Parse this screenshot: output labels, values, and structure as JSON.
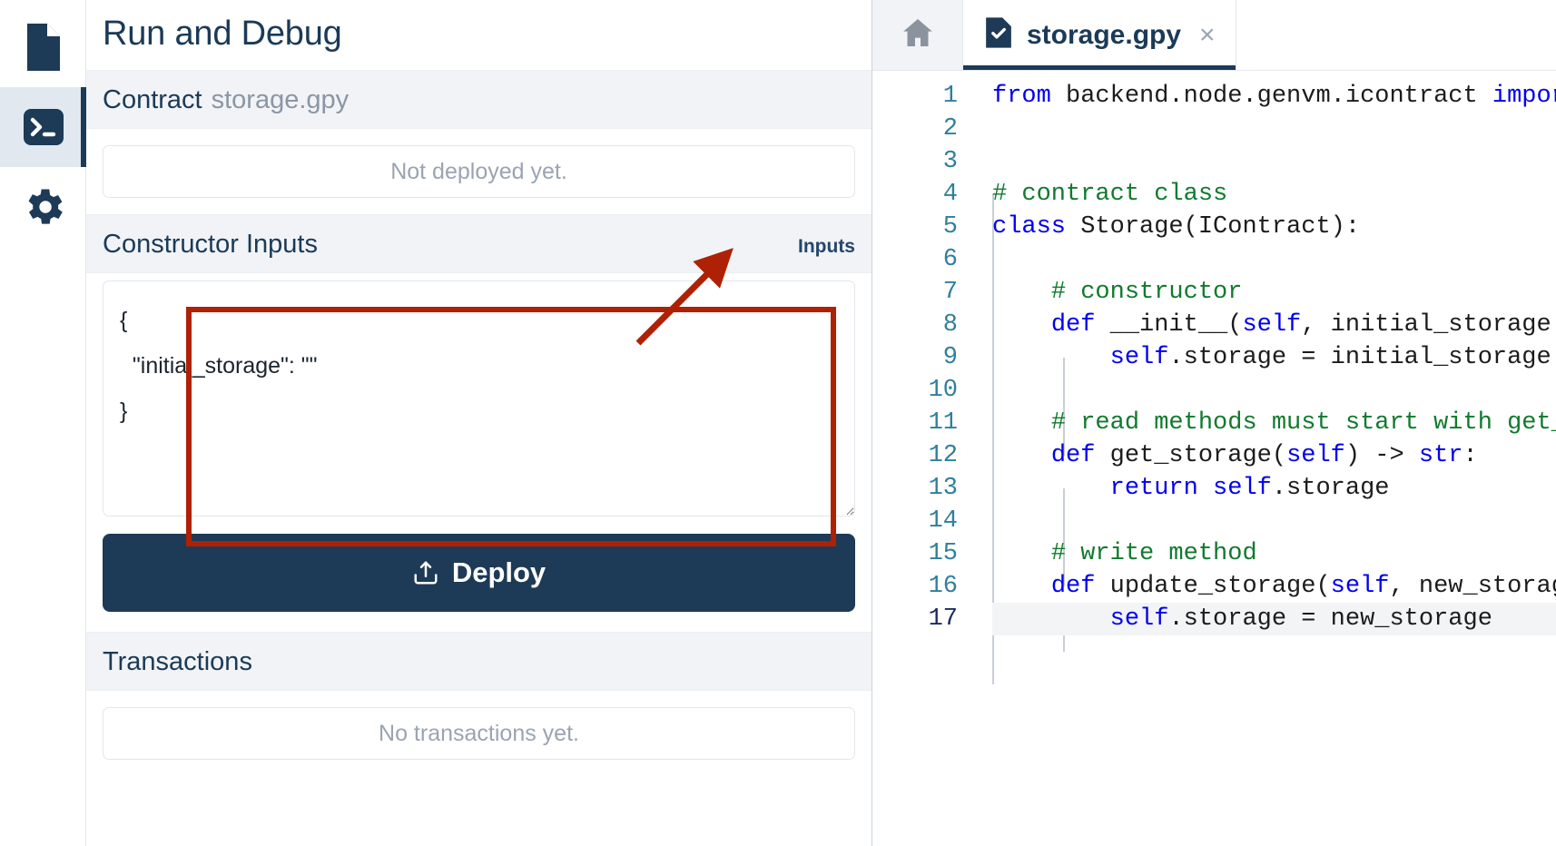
{
  "activity_bar": {
    "items": [
      {
        "name": "files-icon",
        "label": "Files",
        "active": false
      },
      {
        "name": "terminal-icon",
        "label": "Run and Debug",
        "active": true
      },
      {
        "name": "settings-icon",
        "label": "Settings",
        "active": false
      }
    ]
  },
  "panel": {
    "title": "Run and Debug",
    "contract_section": {
      "heading": "Contract",
      "filename": "storage.gpy",
      "status_placeholder": "Not deployed yet."
    },
    "constructor_section": {
      "heading": "Constructor Inputs",
      "right_label": "Inputs",
      "json_value": "{\n  \"initial_storage\": \"\"\n}",
      "json_lines": [
        "{",
        "  \"initial_storage\": \"\"",
        "}"
      ]
    },
    "deploy_button": {
      "label": "Deploy",
      "icon": "upload-icon"
    },
    "transactions_section": {
      "heading": "Transactions",
      "placeholder": "No transactions yet."
    }
  },
  "editor": {
    "home_tab": {
      "name": "home-icon",
      "label": "Home"
    },
    "tabs": [
      {
        "label": "storage.gpy",
        "close": "×",
        "active": true,
        "icon": "file-check-icon"
      }
    ],
    "current_line": 17,
    "lines": [
      {
        "n": 1,
        "text": "from backend.node.genvm.icontract import IContract"
      },
      {
        "n": 2,
        "text": ""
      },
      {
        "n": 3,
        "text": ""
      },
      {
        "n": 4,
        "text": "# contract class"
      },
      {
        "n": 5,
        "text": "class Storage(IContract):"
      },
      {
        "n": 6,
        "text": ""
      },
      {
        "n": 7,
        "text": "    # constructor"
      },
      {
        "n": 8,
        "text": "    def __init__(self, initial_storage: str):"
      },
      {
        "n": 9,
        "text": "        self.storage = initial_storage"
      },
      {
        "n": 10,
        "text": ""
      },
      {
        "n": 11,
        "text": "    # read methods must start with get_"
      },
      {
        "n": 12,
        "text": "    def get_storage(self) -> str:"
      },
      {
        "n": 13,
        "text": "        return self.storage"
      },
      {
        "n": 14,
        "text": ""
      },
      {
        "n": 15,
        "text": "    # write method"
      },
      {
        "n": 16,
        "text": "    def update_storage(self, new_storage: str) -> None:"
      },
      {
        "n": 17,
        "text": "        self.storage = new_storage"
      }
    ]
  },
  "annotation": {
    "color": "#ae2105",
    "rect_target": "constructor-inputs-textarea",
    "arrow_target": "Inputs"
  },
  "colors": {
    "brand_navy": "#1d3a56",
    "accent_red": "#ae2105",
    "muted_text": "#9aa4b2",
    "section_bg": "#f1f3f6",
    "keyword_blue": "#0000ee",
    "comment_green": "#117a2e",
    "linenumber_teal": "#2f7f9e"
  }
}
